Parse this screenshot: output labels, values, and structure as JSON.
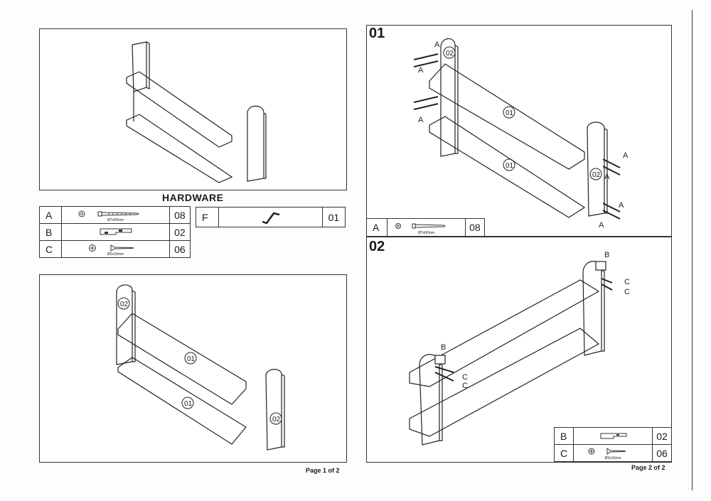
{
  "hardware": {
    "title": "HARDWARE",
    "items": [
      {
        "letter": "A",
        "caption": "Ø7x60mm",
        "qty": "08",
        "icon": "screw-dowel-icon"
      },
      {
        "letter": "B",
        "caption": "",
        "qty": "02",
        "icon": "bracket-icon"
      },
      {
        "letter": "C",
        "caption": "Ø3x16mm",
        "qty": "06",
        "icon": "small-screw-icon"
      }
    ],
    "tool": {
      "letter": "F",
      "qty": "01",
      "icon": "allen-key-icon"
    }
  },
  "steps": [
    {
      "number": "01",
      "hardware": [
        {
          "letter": "A",
          "caption": "Ø7x60mm",
          "qty": "08"
        }
      ],
      "labels": {
        "part_side": "02",
        "part_shelf": "01",
        "fastener": "A"
      }
    },
    {
      "number": "02",
      "hardware": [
        {
          "letter": "B",
          "caption": "",
          "qty": "02"
        },
        {
          "letter": "C",
          "caption": "Ø3x16mm",
          "qty": "06"
        }
      ],
      "labels": {
        "bracket": "B",
        "screw": "C"
      }
    }
  ],
  "overview_labels": {
    "side": "02",
    "shelf": "01"
  },
  "pages": {
    "left": "Page 1 of 2",
    "right": "Page 2 of 2"
  }
}
